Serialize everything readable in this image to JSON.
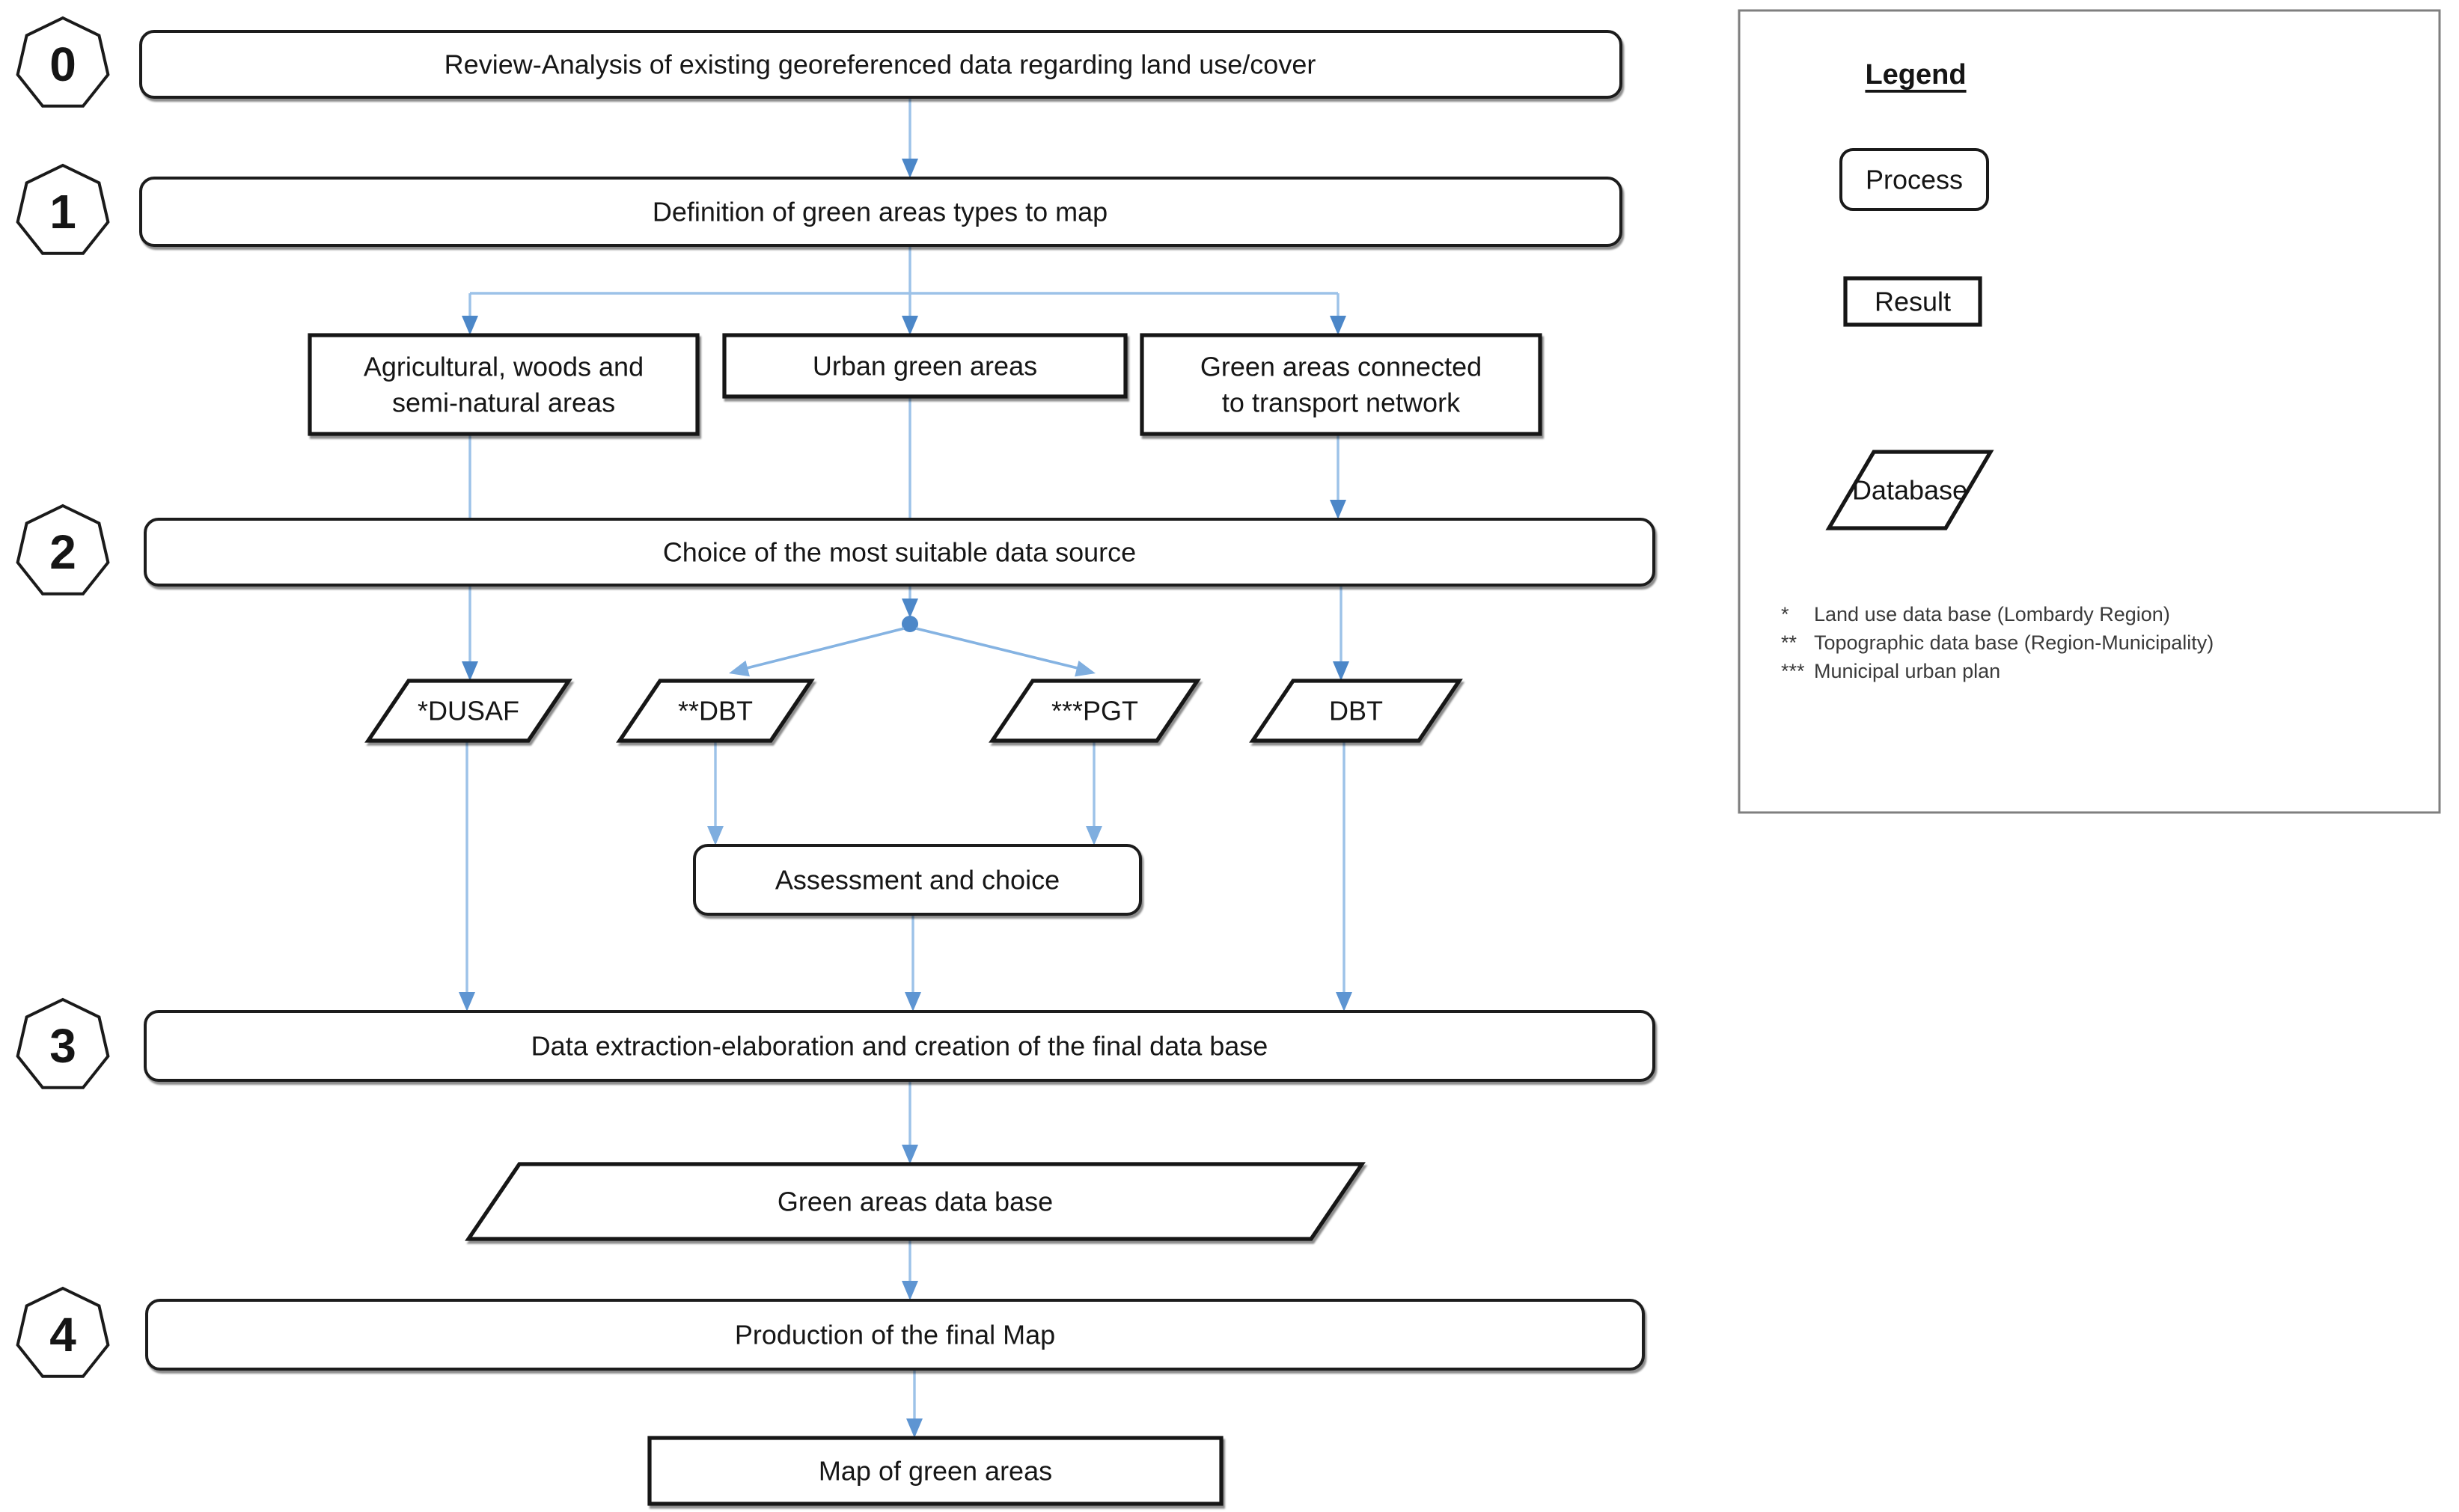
{
  "diagram": {
    "steps": [
      {
        "num": "0",
        "label": "Review-Analysis of existing georeferenced data regarding land use/cover"
      },
      {
        "num": "1",
        "label": "Definition of green areas types to map"
      },
      {
        "num": "2",
        "label": "Choice of the most suitable data source"
      },
      {
        "num": "3",
        "label": "Data extraction-elaboration and creation of the final data base"
      },
      {
        "num": "4",
        "label": "Production of the final Map"
      }
    ],
    "green_area_types": [
      {
        "lines": [
          "Agricultural, woods and",
          "semi-natural areas"
        ]
      },
      {
        "lines": [
          "Urban green areas"
        ]
      },
      {
        "lines": [
          "Green areas connected",
          "to transport network"
        ]
      }
    ],
    "databases": [
      {
        "label": "*DUSAF"
      },
      {
        "label": "**DBT"
      },
      {
        "label": "***PGT"
      },
      {
        "label": "DBT"
      }
    ],
    "assessment_label": "Assessment and choice",
    "green_db_label": "Green areas data base",
    "map_label": "Map of green areas"
  },
  "legend": {
    "title": "Legend",
    "process_label": "Process",
    "result_label": "Result",
    "database_label": "Database",
    "footnotes": [
      {
        "marker": "*",
        "text": "Land use data base (Lombardy Region)"
      },
      {
        "marker": "**",
        "text": "Topographic data base (Region-Municipality)"
      },
      {
        "marker": "***",
        "text": "Municipal urban plan"
      }
    ]
  },
  "colors": {
    "arrow_shaft": "#9CC2E8",
    "arrow_shaft_diagonal": "#85B3E2",
    "arrow_head_dark": "#4C87C8",
    "arrow_head_medium": "#5E95D2",
    "arrow_head_light": "#7FAEDF",
    "split_dot": "#4C87C8",
    "shape_border": "#1A1A1A",
    "legend_border": "#7F7F7F",
    "background": "#FFFFFF"
  }
}
